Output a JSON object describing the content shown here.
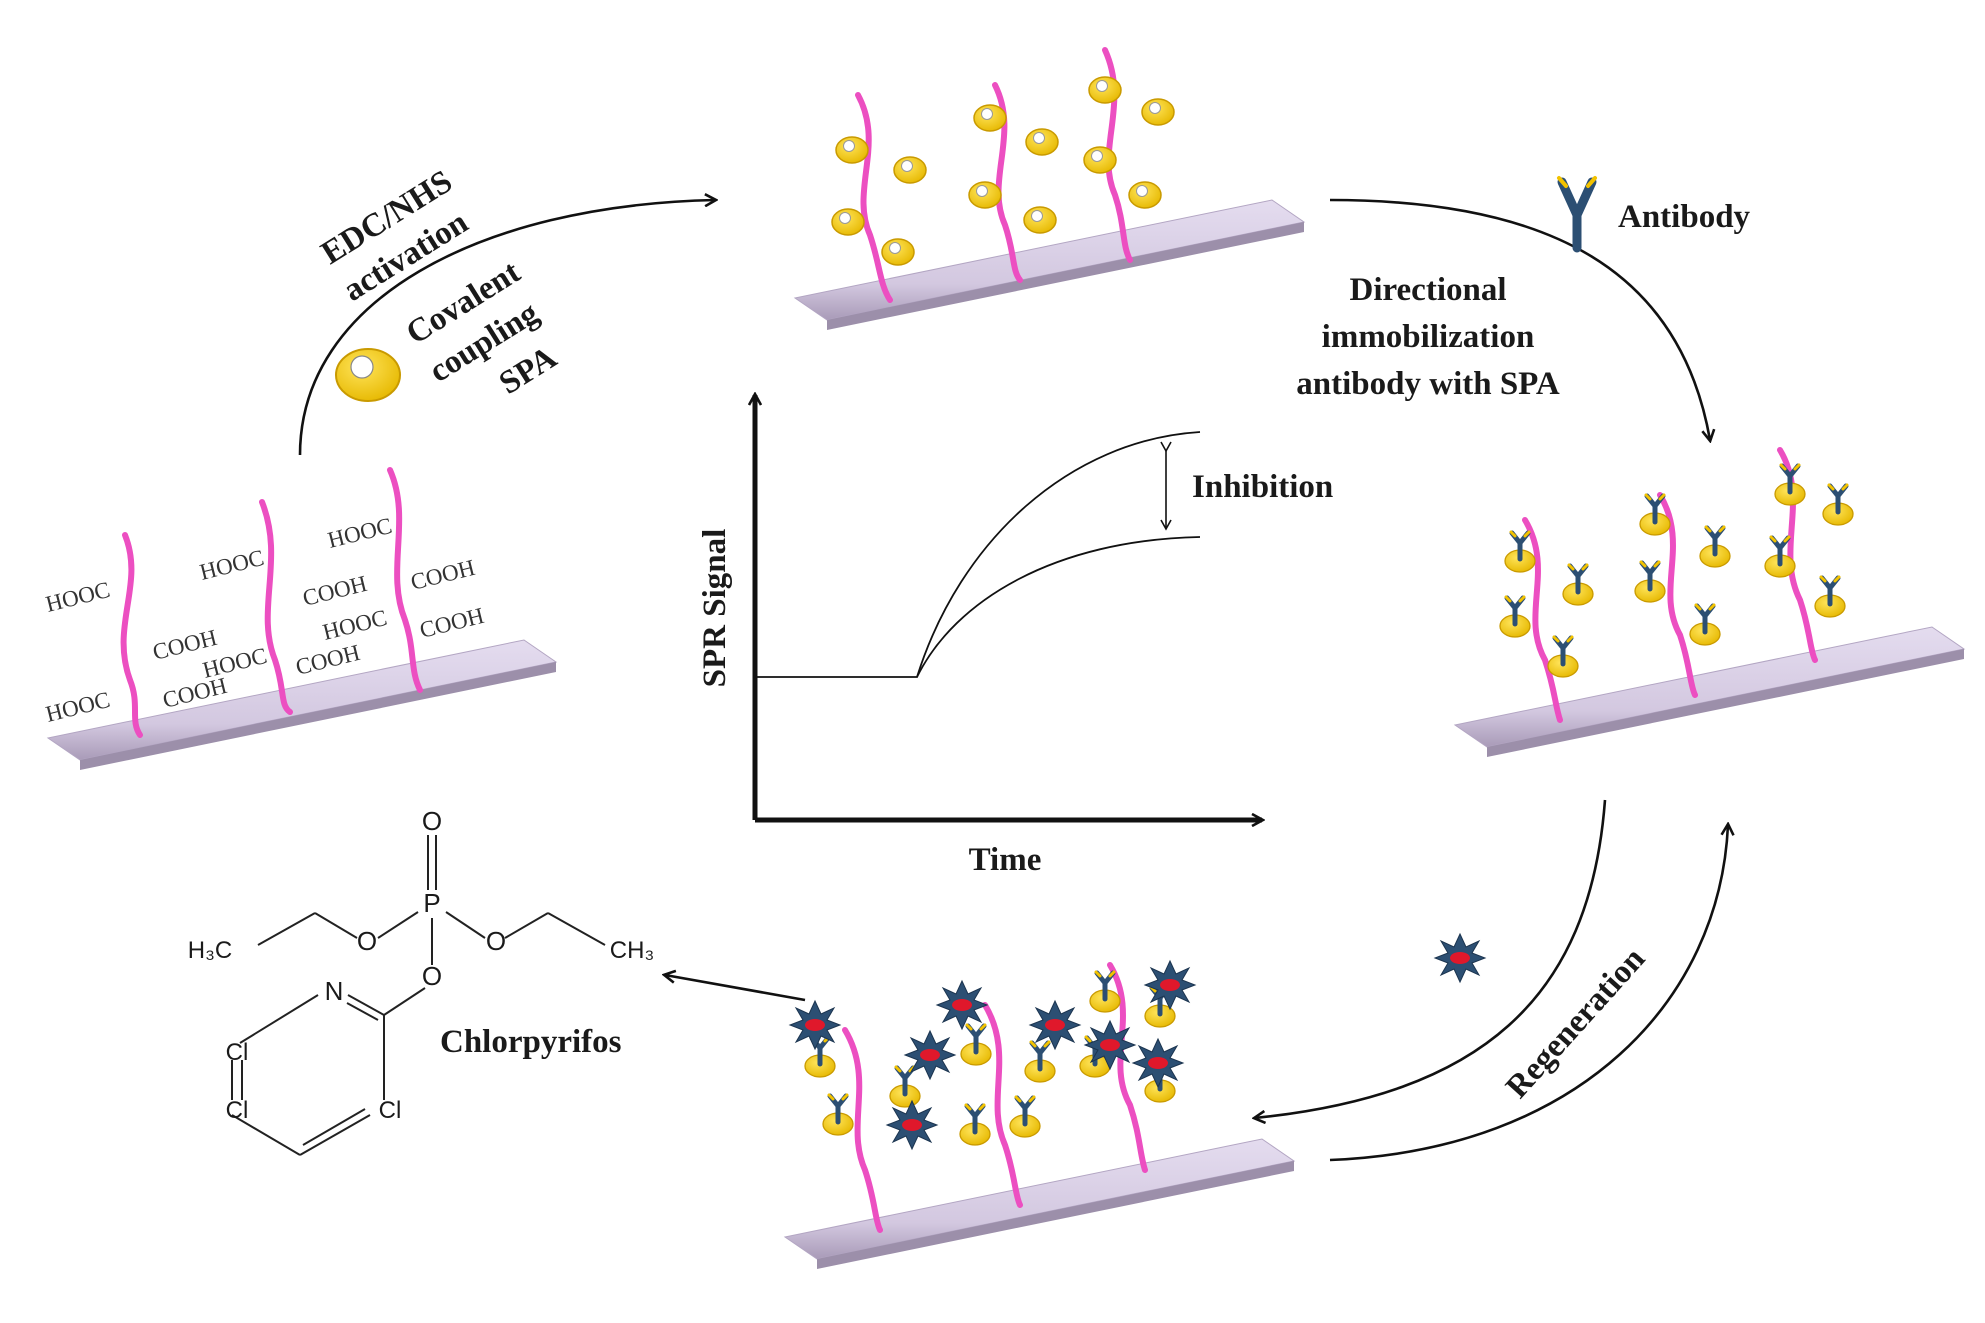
{
  "labels": {
    "edc_line1": "EDC/NHS",
    "edc_line2": "activation",
    "cov_line1": "Covalent",
    "cov_line2": "coupling",
    "cov_line3": "SPA",
    "antibody": "Antibody",
    "dir_line1": "Directional",
    "dir_line2": "immobilization",
    "dir_line3": "antibody with SPA",
    "regeneration": "Regeneration",
    "chlorpyrifos": "Chlorpyrifos",
    "inhibition": "Inhibition",
    "ylabel": "SPR Signal",
    "xlabel": "Time"
  },
  "groups": {
    "hooc": "HOOC",
    "cooh": "COOH"
  },
  "atoms": {
    "o": "O",
    "p": "P",
    "n": "N",
    "cl": "Cl",
    "h3c": "H₃C",
    "ch3": "CH₃"
  },
  "colors": {
    "pink": "#ec4fc1",
    "gold": "#f1c40f",
    "slab": "#d6cce2",
    "antibody_blue": "#2c4f73",
    "antigen_red": "#e0182b",
    "arrow": "#111111"
  }
}
